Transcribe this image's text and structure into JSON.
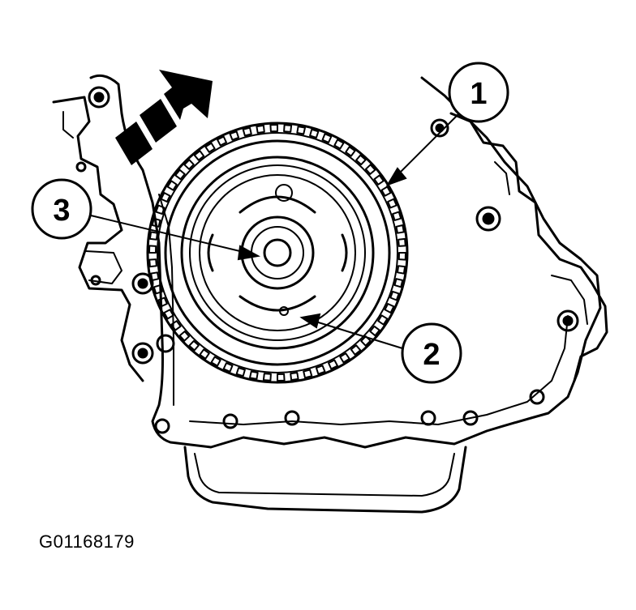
{
  "figure": {
    "id_label": "G01168179"
  },
  "callouts": [
    {
      "number": "1"
    },
    {
      "number": "2"
    },
    {
      "number": "3"
    }
  ],
  "colors": {
    "line": "#000000",
    "background": "#ffffff"
  },
  "icons": {
    "direction_arrow": "rotation-direction-arrow-icon"
  }
}
